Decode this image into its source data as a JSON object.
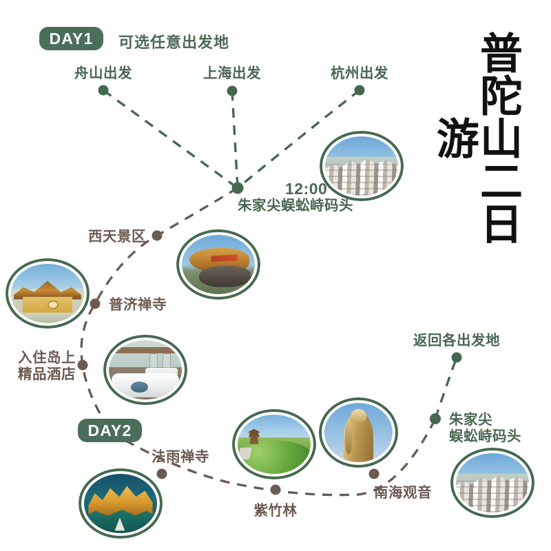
{
  "page": {
    "title_vertical": "普陀山二日游",
    "background": "#ffffff"
  },
  "colors": {
    "green": "#45694f",
    "green_text": "#49684f",
    "brown": "#6b5b51",
    "badge_bg": "#4a6e5a",
    "badge_text": "#ffffff"
  },
  "day1": {
    "badge_label": "DAY1",
    "subtitle": "可选任意出发地",
    "departures": [
      {
        "label": "舟山出发"
      },
      {
        "label": "上海出发"
      },
      {
        "label": "杭州出发"
      }
    ],
    "hub": {
      "time": "12:00",
      "label": "朱家尖蜈蚣峙码头"
    },
    "stops": [
      {
        "label": "西天景区"
      },
      {
        "label": "普济禅寺"
      },
      {
        "label": "入住岛上\n精品酒店"
      }
    ]
  },
  "day2": {
    "badge_label": "DAY2",
    "stops": [
      {
        "label": "法雨禅寺"
      },
      {
        "label": "紫竹林"
      },
      {
        "label": "南海观音"
      },
      {
        "label": "朱家尖\n蜈蚣峙码头"
      }
    ],
    "return": {
      "label": "返回各出发地"
    }
  },
  "photos": [
    {
      "name": "zhujiajian-pier-photo"
    },
    {
      "name": "xitian-rock-photo"
    },
    {
      "name": "puji-temple-photo"
    },
    {
      "name": "island-hotel-room-photo"
    },
    {
      "name": "fayu-temple-photo"
    },
    {
      "name": "zizhulin-bamboo-photo"
    },
    {
      "name": "nanhai-guanyin-photo"
    },
    {
      "name": "zhujiajian-pier-return-photo"
    }
  ]
}
